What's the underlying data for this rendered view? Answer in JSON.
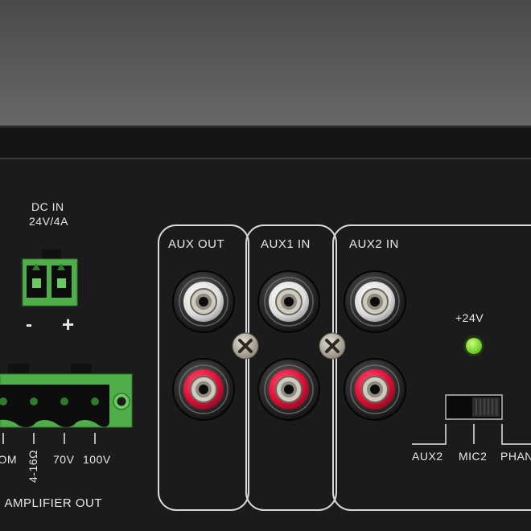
{
  "dc_in": {
    "title": "DC IN",
    "rating": "24V/4A",
    "minus": "-",
    "plus": "+"
  },
  "amplifier": {
    "terminals": [
      "COM",
      "4-16Ω",
      "70V",
      "100V"
    ],
    "label": "AMPLIFIER OUT"
  },
  "aux_out": {
    "label": "AUX OUT"
  },
  "aux1_in": {
    "label": "AUX1 IN"
  },
  "aux2_in": {
    "label": "AUX2 IN"
  },
  "power_led": {
    "label": "+24V",
    "color": "#7be81c"
  },
  "switch": {
    "positions": [
      "AUX2",
      "MIC2",
      "PHANTOM"
    ]
  },
  "colors": {
    "panel": "#1a1a1a",
    "top_cover": "#5c5c5c",
    "terminal_green": "#4fae4a",
    "rca_white": "#f0f0f0",
    "rca_red": "#e3133a"
  }
}
